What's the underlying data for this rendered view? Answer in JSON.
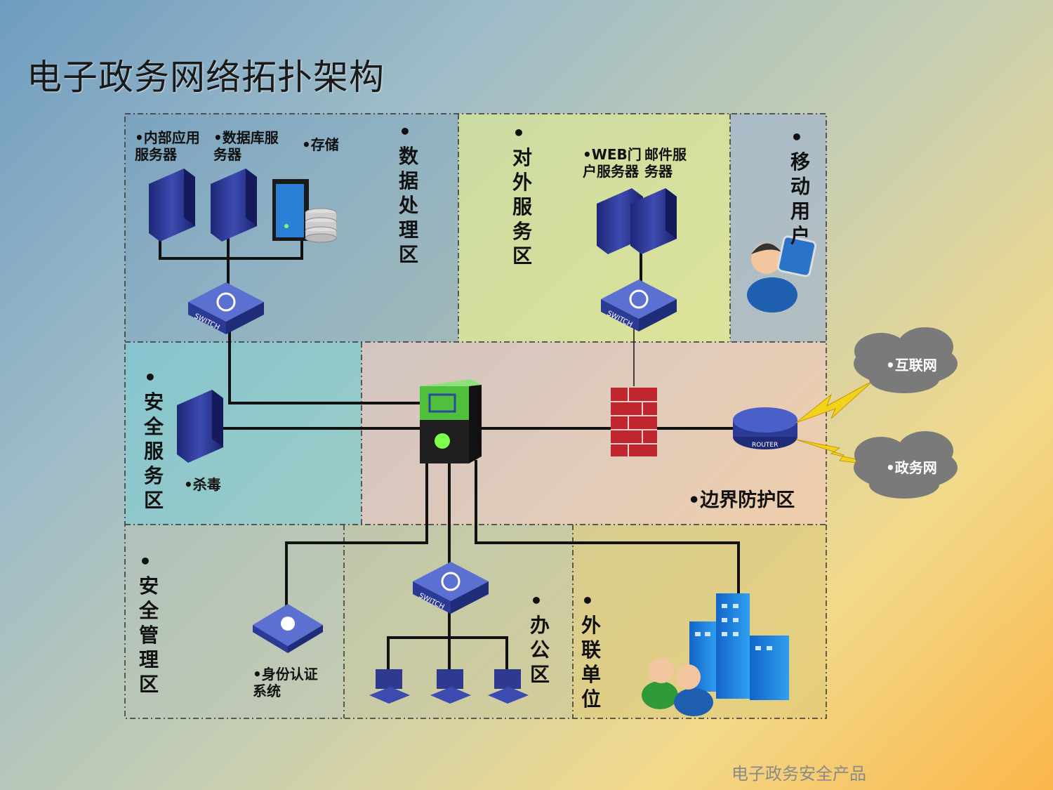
{
  "title": "电子政务网络拓扑架构",
  "footer": "电子政务安全产品",
  "zones": {
    "data_processing": "•数据处理区",
    "external_service": "•对外服务区",
    "mobile_users": "•移动用户",
    "security_service": "•安全服务区",
    "boundary_protection": "•边界防护区",
    "security_management": "•安全管理区",
    "office": "•办公区",
    "external_units": "•外联单位"
  },
  "devices": {
    "internal_app_server": "•内部应用服务器",
    "db_server": "•数据库服务器",
    "storage": "•存储",
    "web_portal_server": "•WEB门户服务器",
    "mail_server": "邮件服务器",
    "antivirus": "•杀毒",
    "identity_auth": "•身份认证系统",
    "switch_text": "SWITCH",
    "router_text": "ROUTER"
  },
  "clouds": {
    "internet": "•互联网",
    "gov_net": "•政务网"
  },
  "colors": {
    "server": "#2e3a8f",
    "switch": "#3a4ea8",
    "firewall": "#c0262d",
    "cloud": "#7d7d7d"
  }
}
